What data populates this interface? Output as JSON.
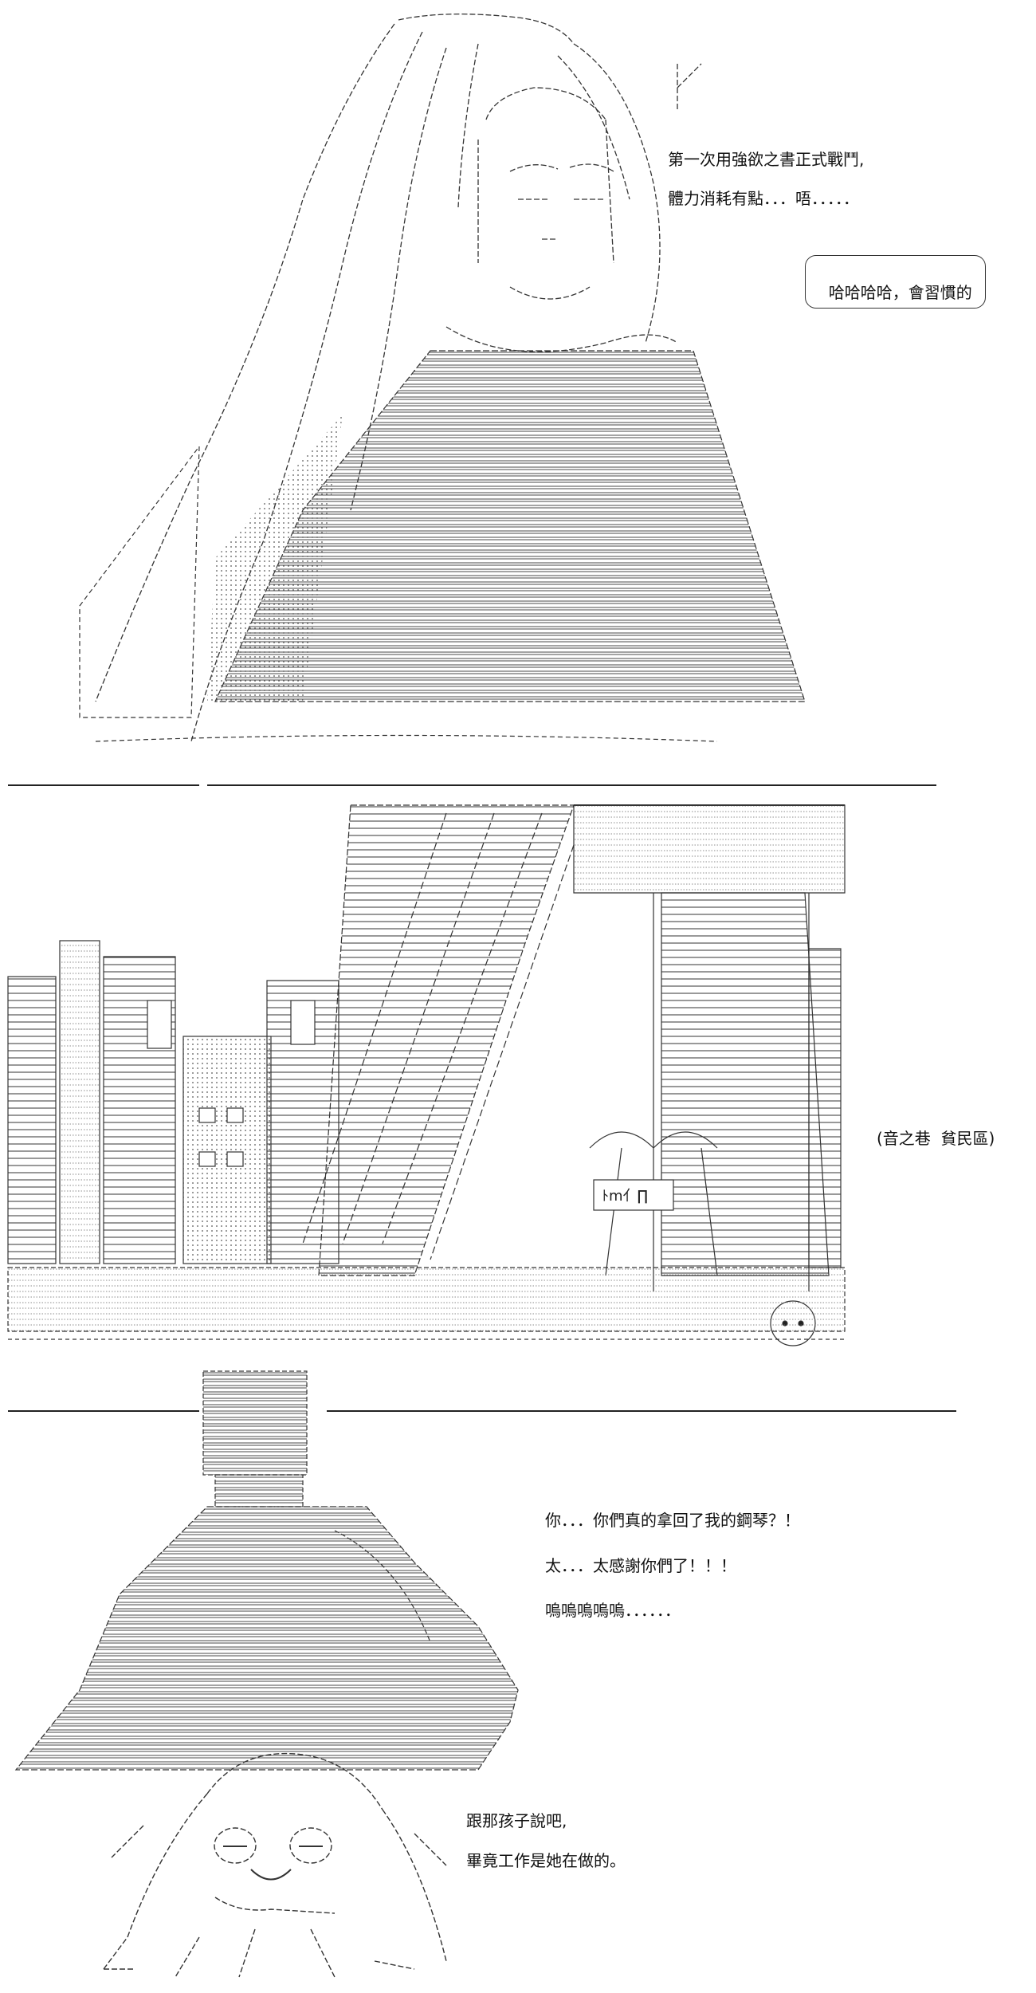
{
  "panel1": {
    "dialogue": [
      "第一次用強欲之書正式戰鬥,",
      "體力消耗有點．．．唔．．．．．"
    ],
    "bubble": "哈哈哈哈，會習慣的"
  },
  "panel2": {
    "location": "(音之巷  貧民區)",
    "shop_sign": "ﾄm亻∏"
  },
  "panel3": {
    "dialogue": [
      "你．．．你們真的拿回了我的鋼琴？！",
      "太．．．太感謝你們了！！！",
      "嗚嗚嗚嗚嗚．．．．．．"
    ]
  },
  "panel4": {
    "dialogue": [
      "跟那孩子說吧,",
      "畢竟工作是她在做的。"
    ]
  }
}
